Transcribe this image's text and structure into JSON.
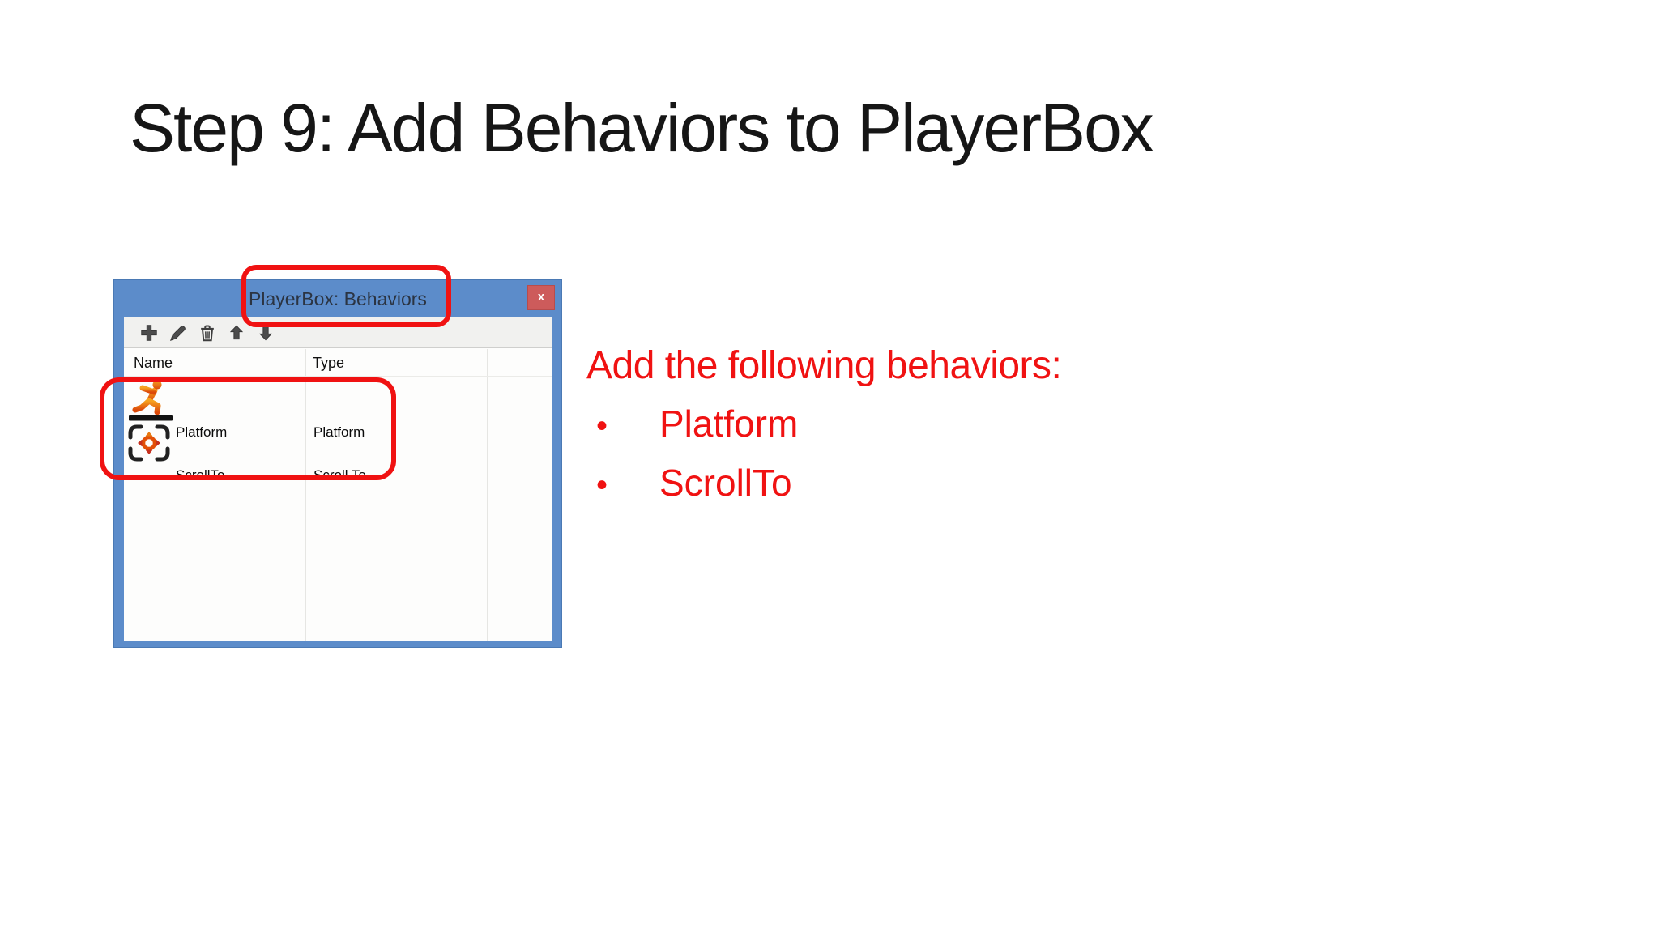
{
  "slide": {
    "title": "Step 9: Add Behaviors to PlayerBox"
  },
  "dialog": {
    "title": "PlayerBox: Behaviors",
    "close_label": "x",
    "toolbar": {
      "icons": [
        "add-icon",
        "edit-icon",
        "delete-icon",
        "move-up-icon",
        "move-down-icon"
      ]
    },
    "table": {
      "columns": [
        "Name",
        "Type"
      ],
      "rows": [
        {
          "icon": "platform-behavior-icon",
          "name": "Platform",
          "type": "Platform"
        },
        {
          "icon": "scrollto-behavior-icon",
          "name": "ScrollTo",
          "type": "Scroll To"
        }
      ]
    }
  },
  "annotations": {
    "heading": "Add the following behaviors:",
    "bullet_char": "•",
    "bullets": [
      "Platform",
      "ScrollTo"
    ]
  },
  "colors": {
    "accent-red": "#f01212",
    "titlebar-blue": "#5c8cca",
    "frame-border": "#4a79b4",
    "close-red": "#cd5b5b",
    "toolbar-bg": "#f1f1ef",
    "icon-gray": "#4c4c4c",
    "grid-line": "#e6e6e3",
    "content-bg": "#fdfdfc",
    "dialog-title-text": "#2b3442",
    "platform-orange-light": "#f6a21f",
    "platform-orange-dark": "#dc4a0a",
    "bracket-dark": "#212121",
    "scrollto-ring": "#e25008",
    "scrollto-arrow-red": "#c6301d",
    "scrollto-arrow-orange": "#e8780f"
  }
}
